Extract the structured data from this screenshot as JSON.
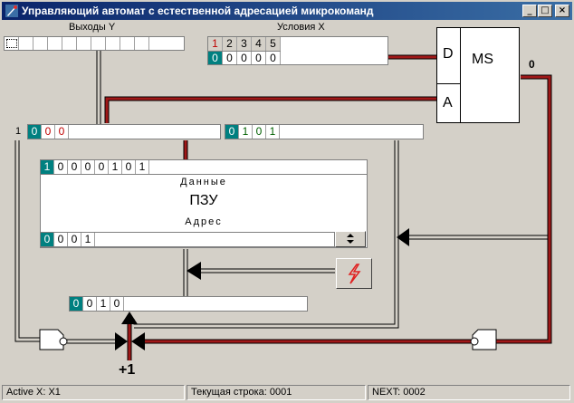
{
  "window": {
    "title": "Управляющий автомат с естественной адресацией микрокоманд"
  },
  "labels": {
    "outputs_y": "Выходы Y",
    "conditions_x": "Условия X",
    "row_index": "1",
    "rom_data": "Данные",
    "rom_title": "ПЗУ",
    "rom_address": "Адрес",
    "ms_d": "D",
    "ms_a": "A",
    "ms_title": "MS",
    "ms_out": "0",
    "plus_one": "+1"
  },
  "conditions": {
    "header": [
      "1",
      "2",
      "3",
      "4",
      "5"
    ],
    "values": [
      "0",
      "0",
      "0",
      "0",
      "0"
    ]
  },
  "bits": {
    "left_field": [
      "0",
      "0",
      "0"
    ],
    "right_field": [
      "0",
      "1",
      "0",
      "1"
    ],
    "rom_data": [
      "1",
      "0",
      "0",
      "0",
      "0",
      "1",
      "0",
      "1"
    ],
    "rom_address": [
      "0",
      "0",
      "0",
      "1"
    ],
    "counter": [
      "0",
      "0",
      "1",
      "0"
    ]
  },
  "status": {
    "active": "Active X: X1",
    "current_row": "Текущая строка: 0001",
    "next": "NEXT: 0002"
  },
  "colors": {
    "wire": "#a01818",
    "title_start": "#0a246a",
    "select": "#008080"
  },
  "icons": {
    "app": "app-icon",
    "step": "lightning-icon"
  }
}
